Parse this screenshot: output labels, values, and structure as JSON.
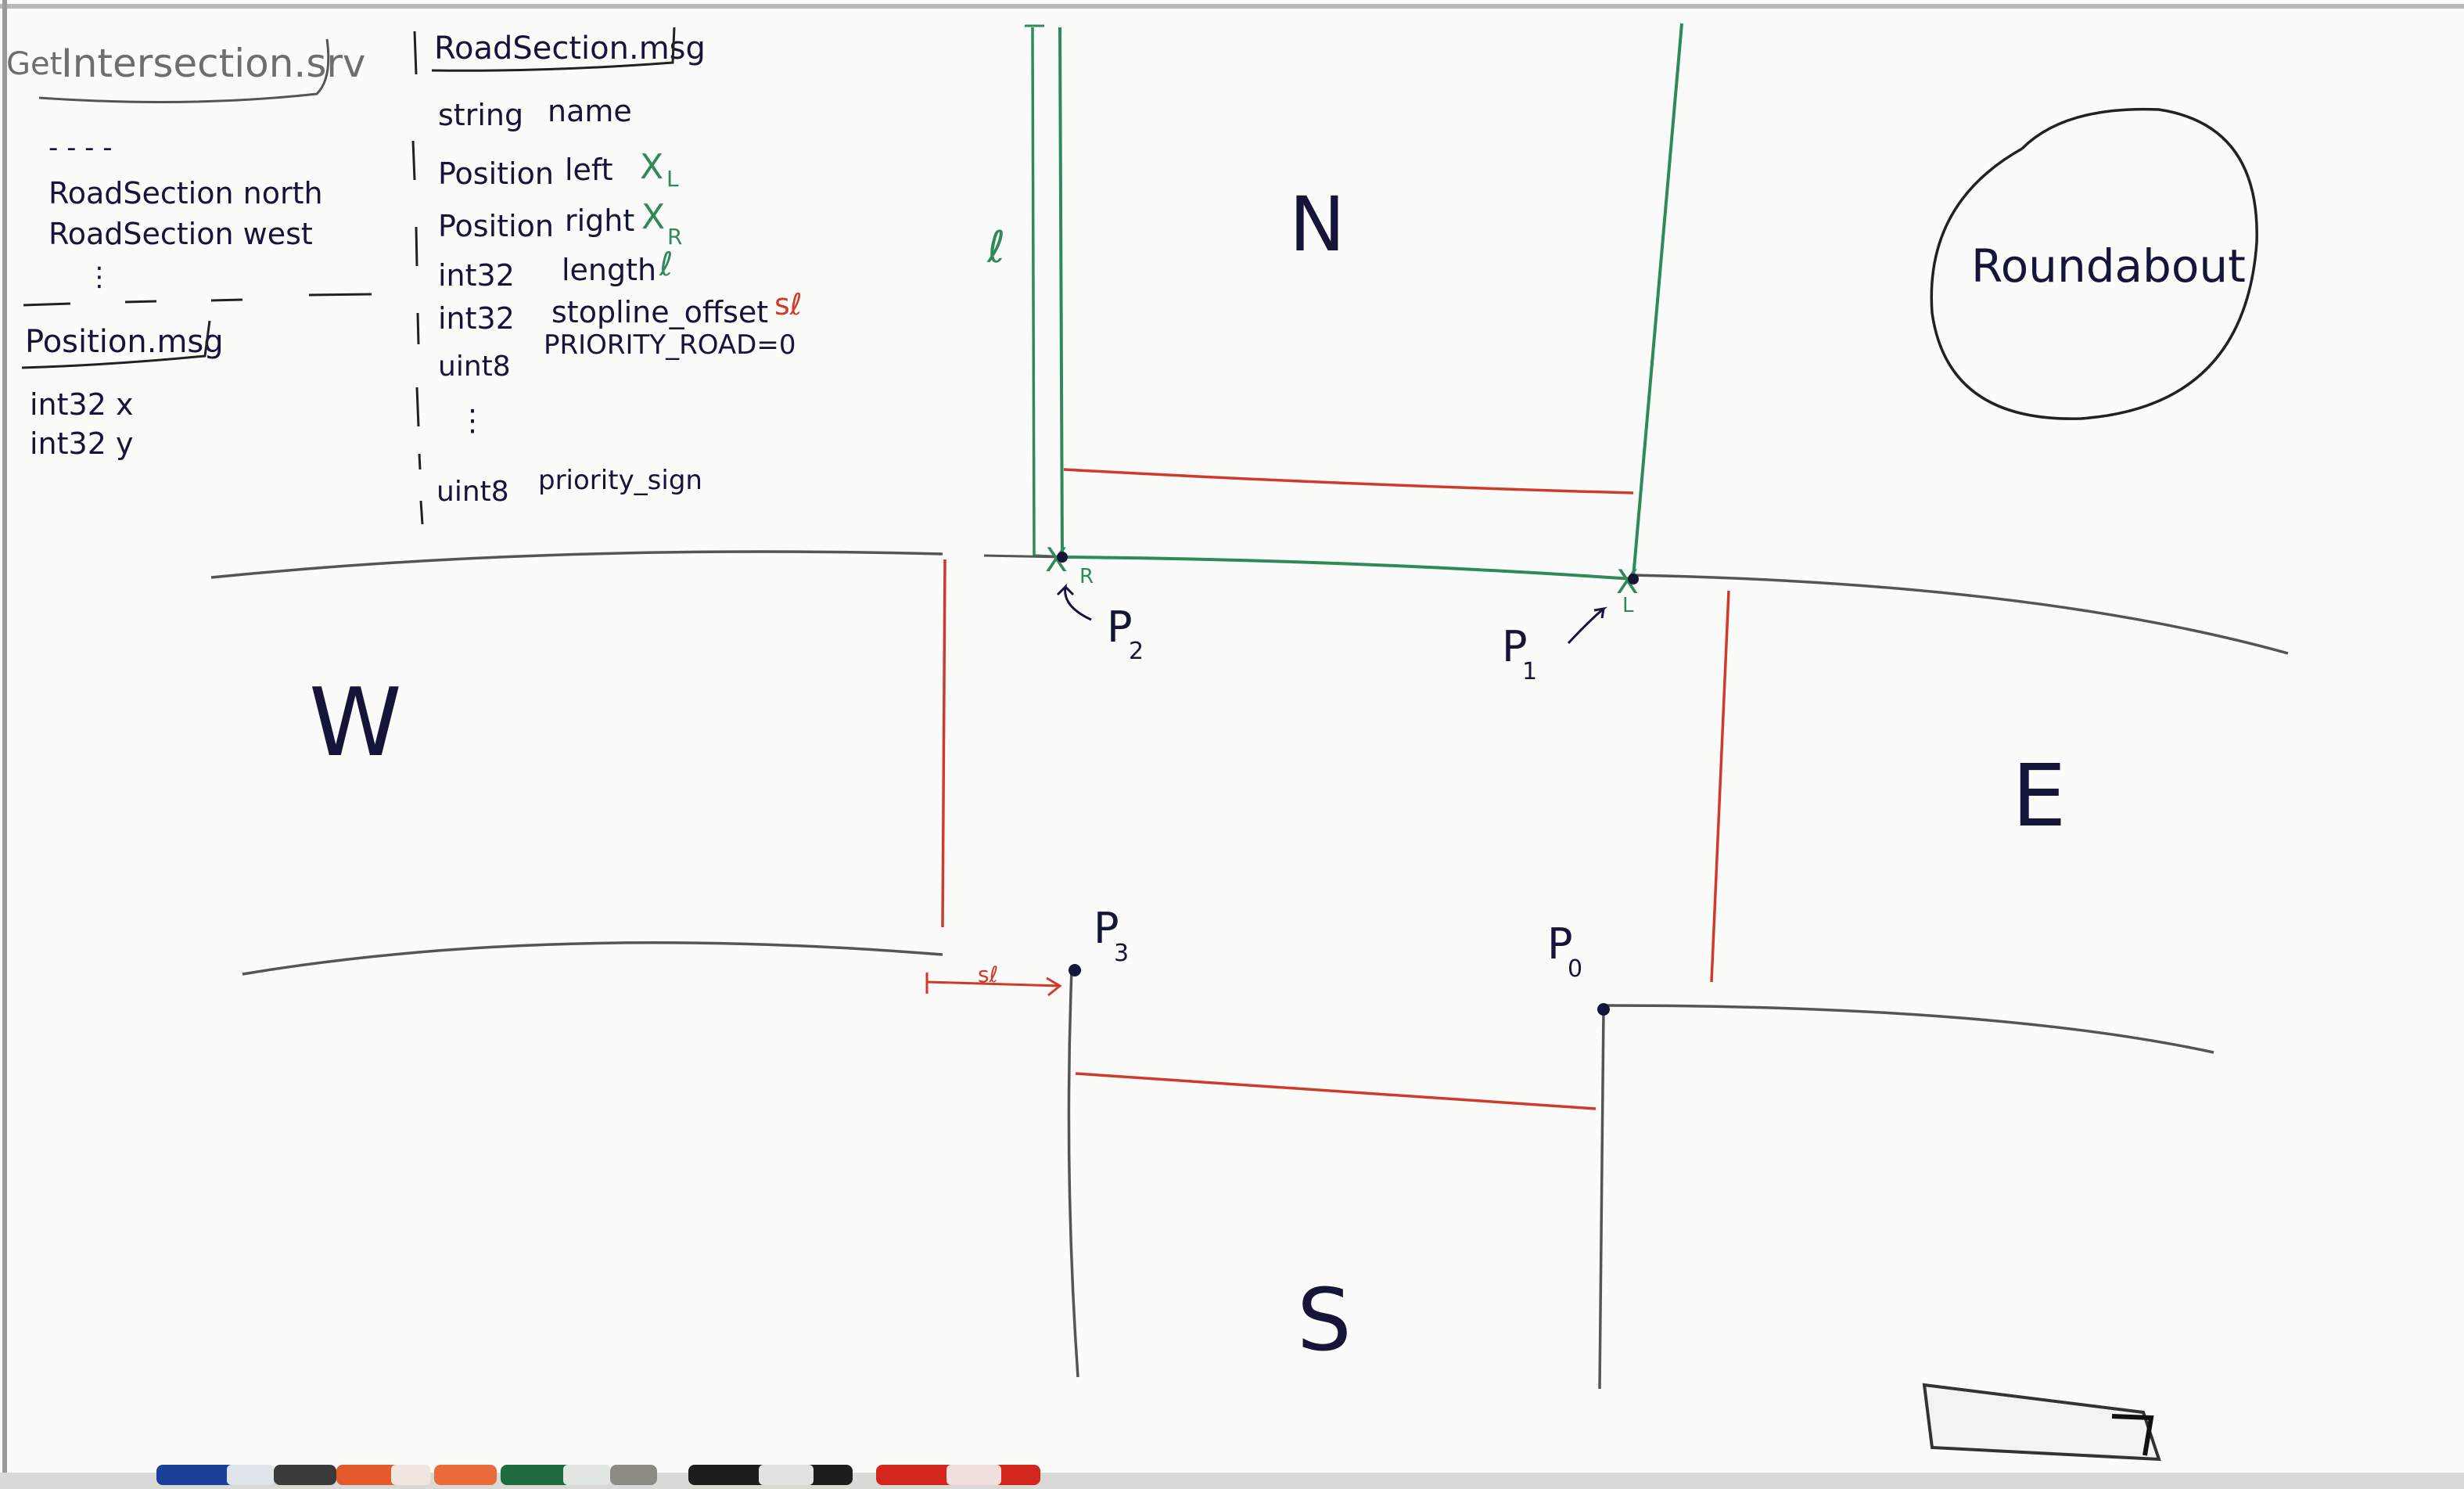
{
  "service_box": {
    "prefix": "Get",
    "title": "Intersection.srv",
    "dashes": "- - - -",
    "items": [
      "RoadSection  north",
      "RoadSection  west",
      "⋮"
    ]
  },
  "position_msg": {
    "title": "Position.msg",
    "fields": [
      "int32  x",
      "int32  y"
    ]
  },
  "road_section_msg": {
    "title": "RoadSection.msg",
    "fields": [
      {
        "type": "string",
        "name": "name",
        "note": ""
      },
      {
        "type": "Position",
        "name": "left",
        "note": "X",
        "note_sub": "L"
      },
      {
        "type": "Position",
        "name": "right",
        "note": "X",
        "note_sub": "R"
      },
      {
        "type": "int32",
        "name": "length",
        "note": "ℓ"
      },
      {
        "type": "int32",
        "name": "stopline_offset",
        "note": "sℓ"
      },
      {
        "type": "uint8",
        "name": "PRIORITY_ROAD=0",
        "note": ""
      }
    ],
    "ellipsis": "⋮",
    "last_field": {
      "type": "uint8",
      "name": "priority_sign"
    }
  },
  "directions": {
    "north": "N",
    "west": "W",
    "east": "E",
    "south": "S"
  },
  "roundabout_label": "Roundabout",
  "points": {
    "p0": {
      "label": "P",
      "sub": "0"
    },
    "p1": {
      "label": "P",
      "sub": "1"
    },
    "p2": {
      "label": "P",
      "sub": "2"
    },
    "p3": {
      "label": "P",
      "sub": "3"
    }
  },
  "marks": {
    "left_x": "X",
    "left_sub": "L",
    "right_x": "X",
    "right_sub": "R",
    "length": "ℓ",
    "stopline_offset": "sℓ"
  },
  "colors": {
    "ink": "#15153a",
    "green": "#2f8a5a",
    "red": "#d03a2a",
    "road": "#4a4a4a"
  },
  "markers": [
    "blue-marker",
    "black-marker",
    "orange-marker",
    "orange-marker",
    "green-marker",
    "gray-marker",
    "black-marker",
    "red-marker"
  ]
}
